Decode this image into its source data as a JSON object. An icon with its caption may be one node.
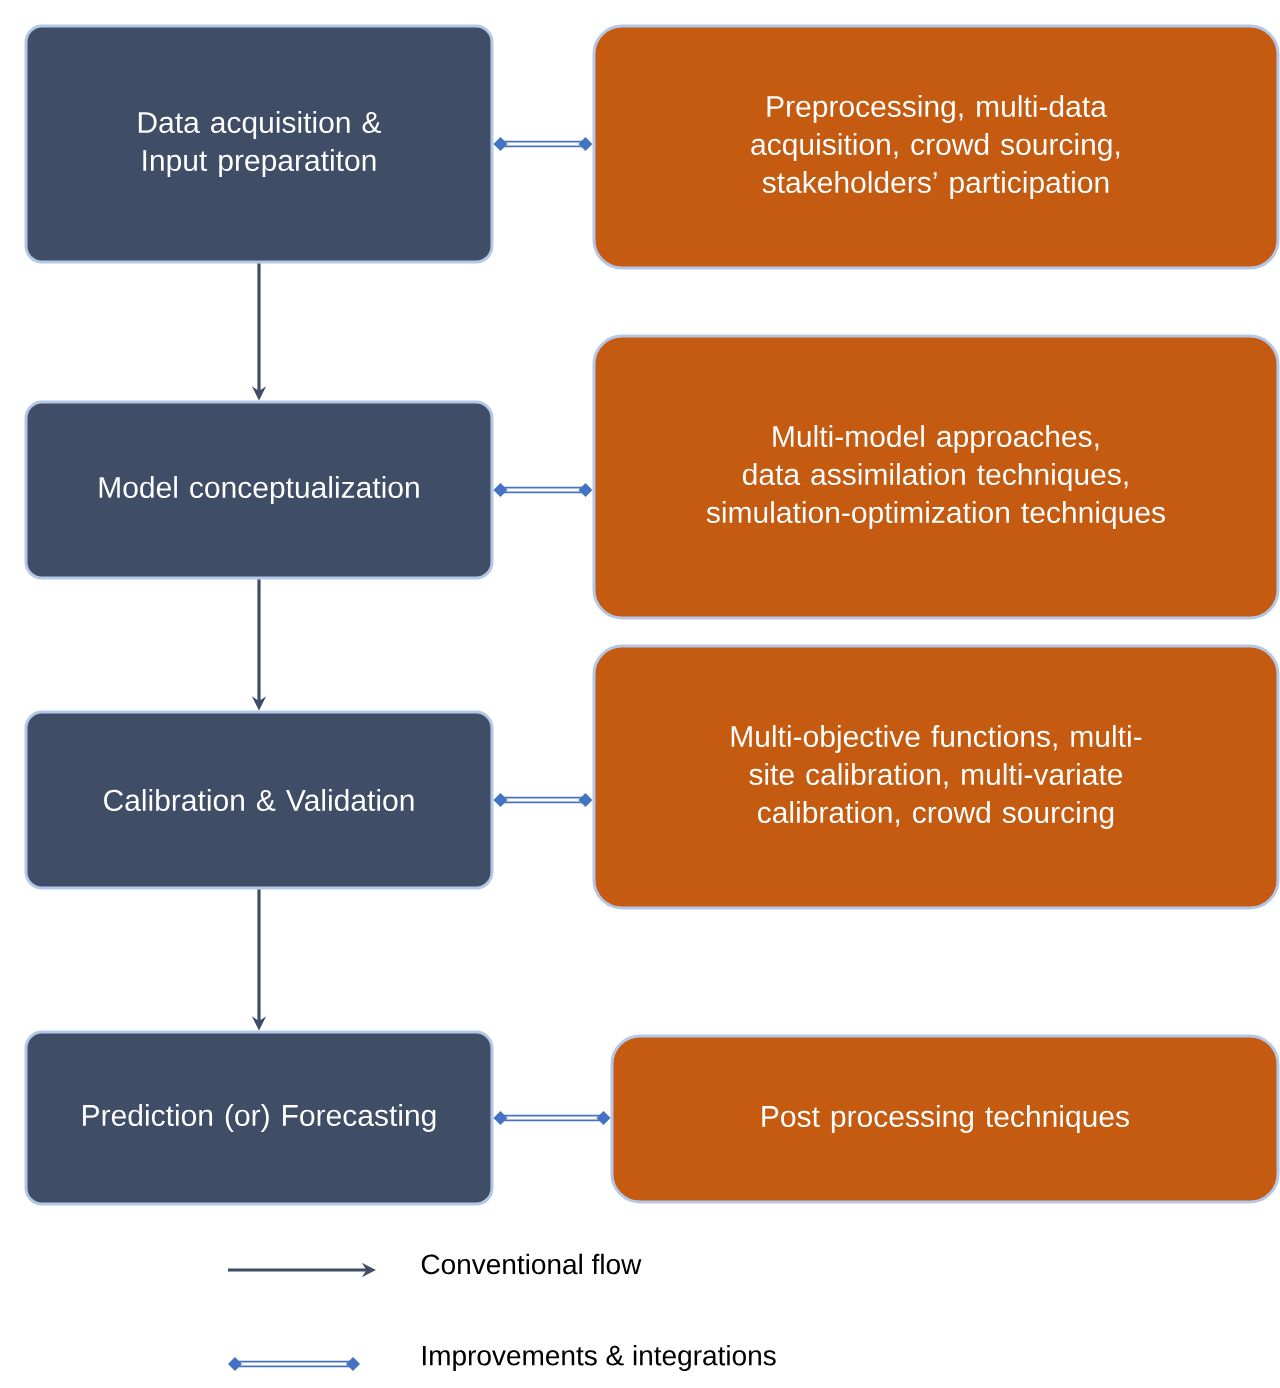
{
  "diagram": {
    "nodes": [
      {
        "text": [
          "Data acquisition & Input preparatiton"
        ]
      },
      {
        "text": [
          "Preprocessing, multi-data acquisition, crowd sourcing, stakeholders’ participation"
        ]
      },
      {
        "text": [
          "Model conceptualization"
        ]
      },
      {
        "text": [
          "Multi-model approaches, data assimilation techniques, simulation-optimization techniques"
        ]
      },
      {
        "text": [
          "Calibration & Validation"
        ]
      },
      {
        "text": [
          "Multi-objective functions, multi-site calibration, multi-variate calibration, crowd sourcing"
        ]
      },
      {
        "text": [
          "Prediction (or) Forecasting"
        ]
      },
      {
        "text": [
          "Post processing techniques"
        ]
      }
    ],
    "edges": [
      {
        "from": 0,
        "to": 2,
        "arrow": "to",
        "color": "#3f4d66"
      },
      {
        "from": 2,
        "to": 4,
        "arrow": "to",
        "color": "#3f4d66"
      },
      {
        "from": 4,
        "to": 6,
        "arrow": "to",
        "color": "#3f4d66"
      },
      {
        "from": 0,
        "to": 1,
        "arrow": "other"
      },
      {
        "from": 2,
        "to": 3,
        "arrow": "other"
      },
      {
        "from": 4,
        "to": 5,
        "arrow": "other"
      },
      {
        "from": 6,
        "to": 7,
        "arrow": "other"
      }
    ],
    "legend": [
      {
        "text": "Conventional flow"
      },
      {
        "text": "Improvements & integrations"
      }
    ]
  }
}
